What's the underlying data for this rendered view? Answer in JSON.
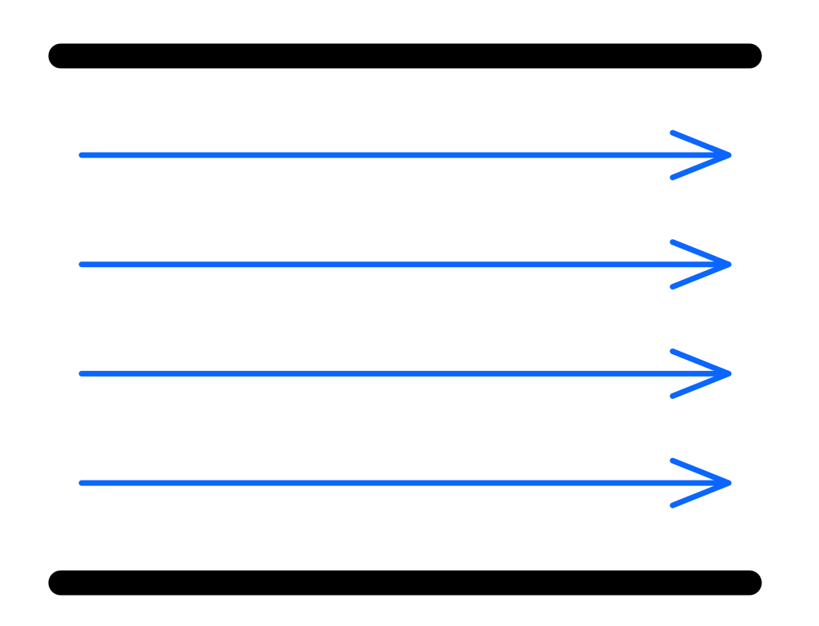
{
  "diagram": {
    "colors": {
      "boundary": "#000000",
      "arrow": "#0a66ff",
      "background": "#ffffff"
    },
    "boundaries": [
      {
        "position": "top"
      },
      {
        "position": "bottom"
      }
    ],
    "arrows": [
      {
        "direction": "right"
      },
      {
        "direction": "right"
      },
      {
        "direction": "right"
      },
      {
        "direction": "right"
      }
    ]
  }
}
